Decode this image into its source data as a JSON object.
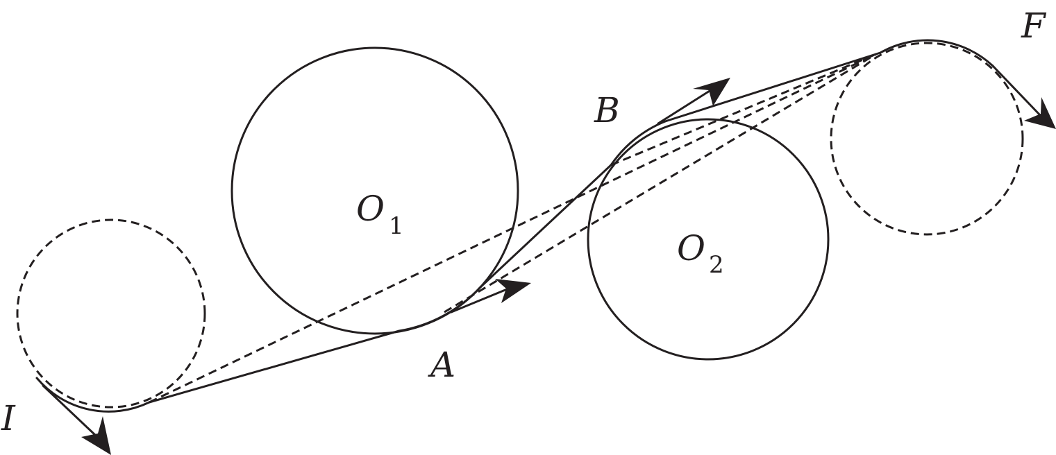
{
  "labels": {
    "start": "I",
    "point_a": "A",
    "point_b": "B",
    "final": "F",
    "obstacle_1": "O",
    "obstacle_1_sub": "1",
    "obstacle_2": "O",
    "obstacle_2_sub": "2"
  },
  "colors": {
    "ink": "#231f20",
    "background": "#ffffff"
  }
}
